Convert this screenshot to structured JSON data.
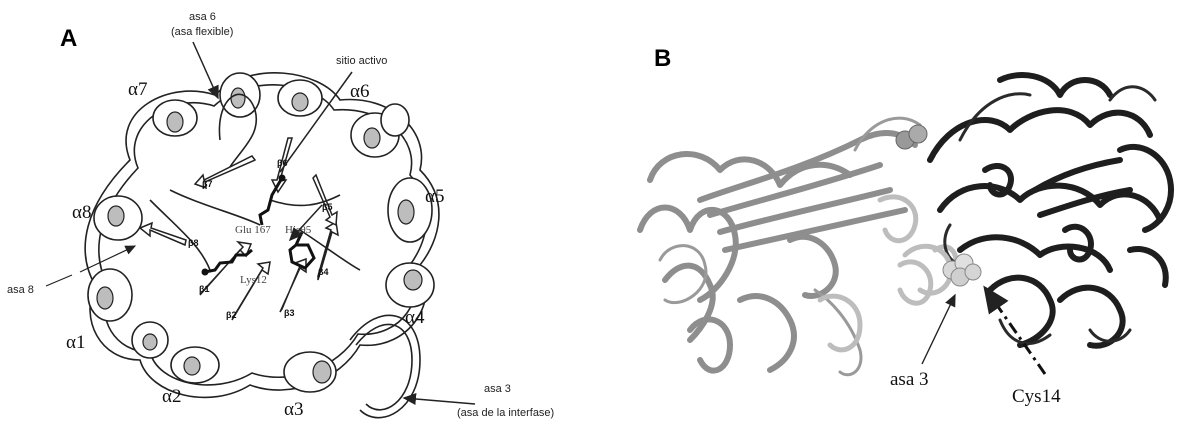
{
  "panel_a": {
    "panel_label": "A",
    "loop6_label": "asa 6",
    "loop6_sub": "(asa flexible)",
    "active_site_label": "sitio activo",
    "loop8_label": "asa 8",
    "loop3_label": "asa 3",
    "loop3_sub": "(asa de la interfase)",
    "helices": [
      "α1",
      "α2",
      "α3",
      "α4",
      "α5",
      "α6",
      "α7",
      "α8"
    ],
    "strands": [
      "β1",
      "β2",
      "β3",
      "β4",
      "β5",
      "β6",
      "β7",
      "β8"
    ],
    "residues": [
      "Glu 167",
      "His95",
      "Lys12"
    ]
  },
  "panel_b": {
    "panel_label": "B",
    "loop3_label": "asa 3",
    "cys_label": "Cys14"
  },
  "colors": {
    "ink": "#222222",
    "helix_shade": "#bdbdbd",
    "monomer_light": "#8e8e8e",
    "monomer_dark": "#1e1e1e"
  }
}
